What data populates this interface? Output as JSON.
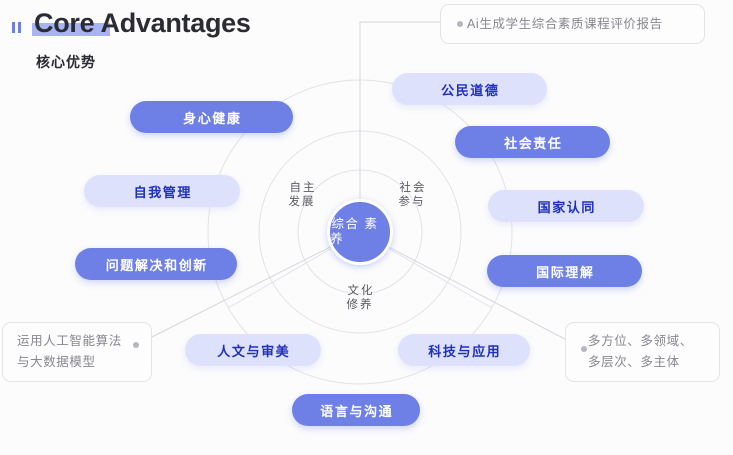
{
  "header": {
    "title_en": "Core Advantages",
    "title_cn": "核心优势",
    "accent_color": "#6e80e6",
    "highlight_color": "#98a6f0"
  },
  "diagram": {
    "center": {
      "label": "综合\n素养",
      "bg_color": "#6e80e6",
      "text_color": "#ffffff"
    },
    "sectors": [
      {
        "label": "自主\n发展"
      },
      {
        "label": "社会\n参与"
      },
      {
        "label": "文化\n修养"
      }
    ],
    "rings": [
      33,
      62,
      101,
      152
    ],
    "ring_color": "#e0e0e6",
    "pills": [
      {
        "label": "身心健康",
        "style": "dark"
      },
      {
        "label": "自我管理",
        "style": "light"
      },
      {
        "label": "问题解决和创新",
        "style": "dark"
      },
      {
        "label": "公民道德",
        "style": "light"
      },
      {
        "label": "社会责任",
        "style": "dark"
      },
      {
        "label": "国家认同",
        "style": "light"
      },
      {
        "label": "国际理解",
        "style": "dark"
      },
      {
        "label": "人文与审美",
        "style": "light"
      },
      {
        "label": "科技与应用",
        "style": "light"
      },
      {
        "label": "语言与沟通",
        "style": "dark"
      }
    ],
    "pill_colors": {
      "dark_bg": "#6e80e6",
      "dark_text": "#ffffff",
      "light_bg": "#dde1fb",
      "light_text": "#1f2fbe"
    }
  },
  "callouts": [
    {
      "id": "top",
      "text": "Ai生成学生综合素质课程评价报告"
    },
    {
      "id": "left",
      "text": "运用人工智能算法\n与大数据模型"
    },
    {
      "id": "right",
      "text": "多方位、多领域、\n多层次、多主体"
    }
  ]
}
